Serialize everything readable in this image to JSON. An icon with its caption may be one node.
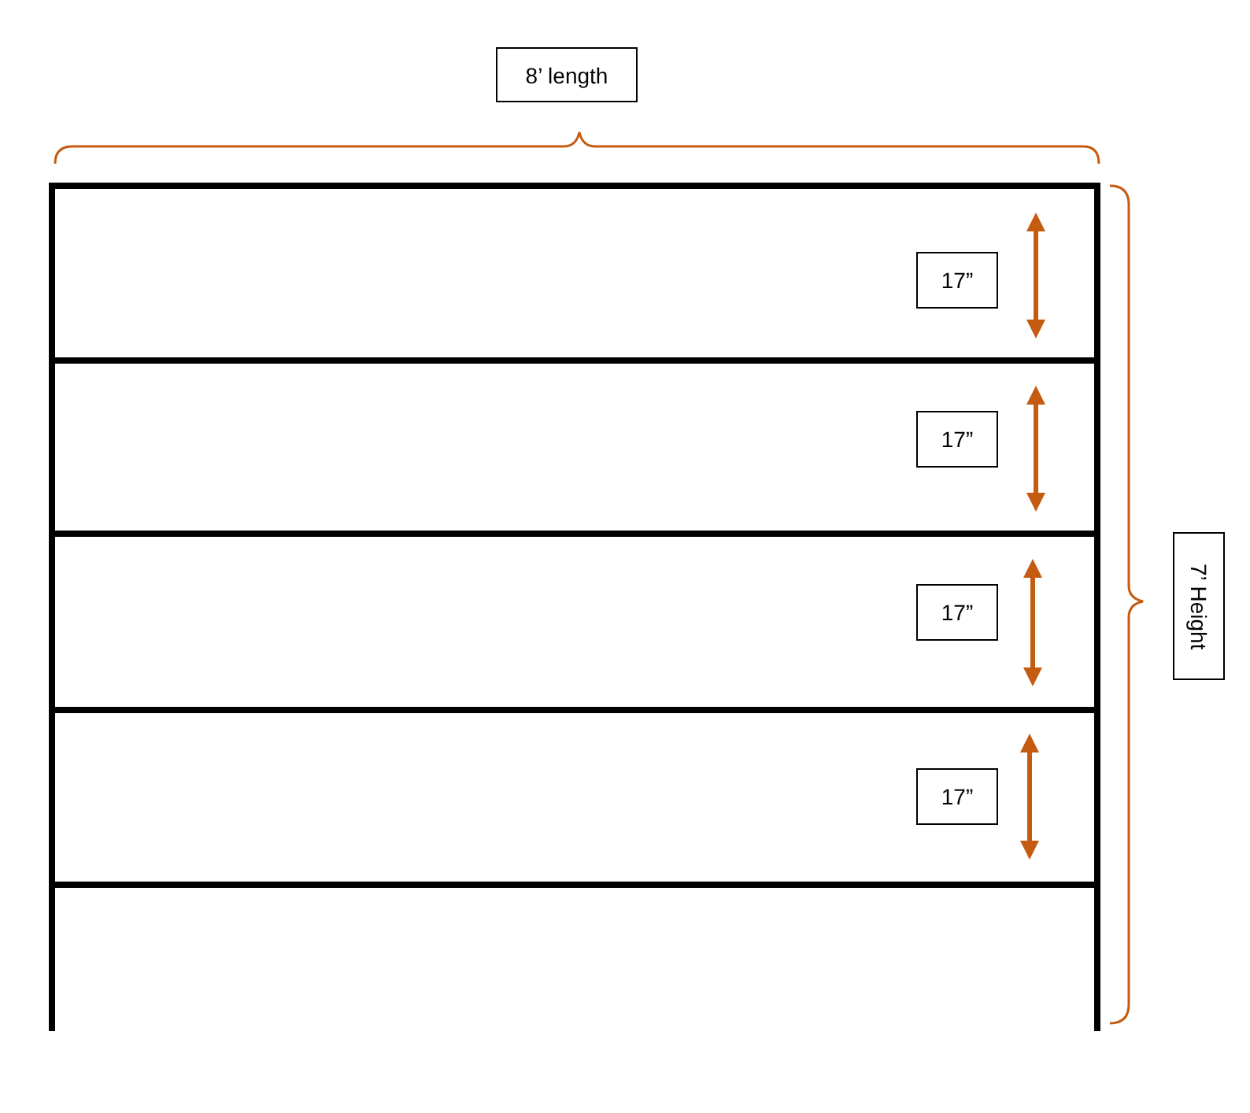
{
  "diagram": {
    "labels": [
      "8’ length",
      "17”",
      "17”",
      "17”",
      "17”",
      "7’ Height"
    ]
  }
}
